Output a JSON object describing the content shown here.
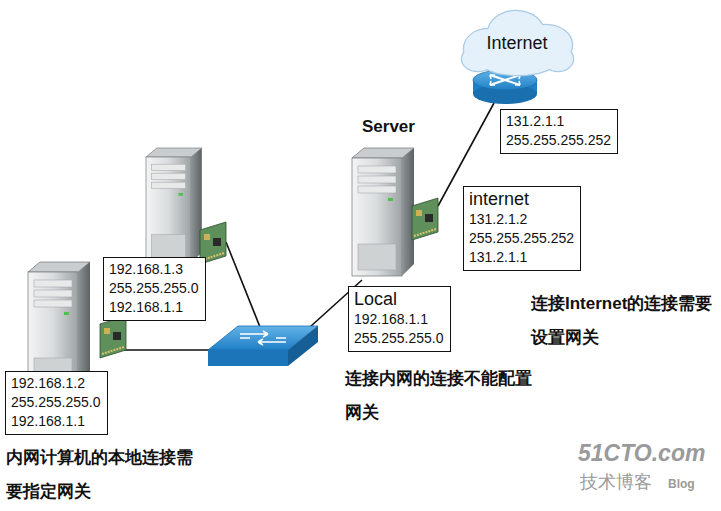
{
  "diagram": {
    "nodes": [
      {
        "text": [
          "Internet"
        ]
      },
      {
        "text": [
          "131.2.1.1",
          "255.255.255.252"
        ]
      },
      {
        "text": [
          "internet",
          "131.2.1.2",
          "255.255.255.252",
          "131.2.1.1"
        ]
      },
      {
        "text": [
          "192.168.1.3",
          "255.255.255.0",
          "192.168.1.1"
        ]
      },
      {
        "text": [
          "Local",
          "192.168.1.1",
          "255.255.255.0"
        ]
      },
      {
        "text": [
          "192.168.1.2",
          "255.255.255.0",
          "192.168.1.1"
        ]
      }
    ],
    "labels": [
      "Server",
      "连接Internet的连接需要设置网关",
      "连接内网的连接不能配置网关",
      "内网计算机的本地连接需要指定网关",
      "51CTO.com",
      "技术博客",
      "Blog"
    ]
  }
}
